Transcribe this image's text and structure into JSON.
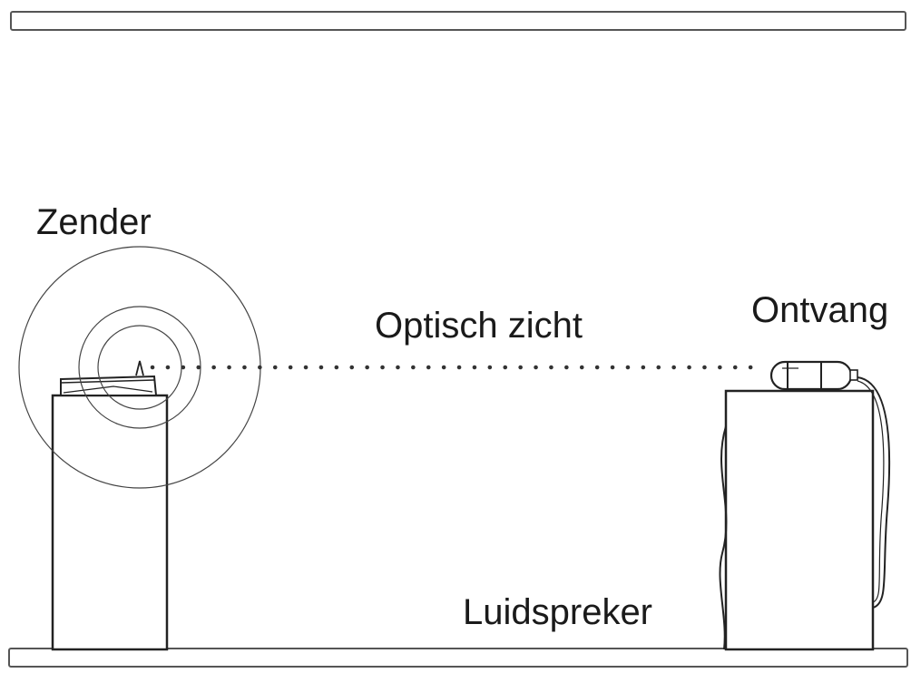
{
  "labels": {
    "transmitter": "Zender",
    "line_of_sight": "Optisch zicht",
    "receiver": "Ontvang",
    "speaker": "Luidspreker"
  }
}
